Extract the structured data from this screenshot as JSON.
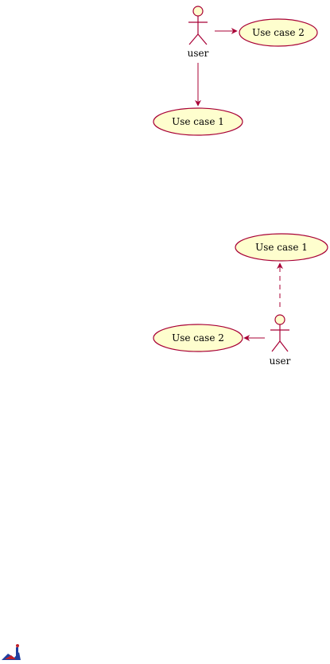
{
  "colors": {
    "ellipse_fill": "#FEFECE",
    "stroke": "#A80036",
    "text": "#000000",
    "logo_blue": "#1F3F9F",
    "logo_red": "#C0202A"
  },
  "diagram_1": {
    "actor": {
      "name": "user"
    },
    "use_cases": [
      {
        "label": "Use case 2"
      },
      {
        "label": "Use case 1"
      }
    ],
    "links": [
      {
        "from": "user",
        "to": "Use case 2",
        "style": "solid"
      },
      {
        "from": "user",
        "to": "Use case 1",
        "style": "solid"
      }
    ]
  },
  "diagram_2": {
    "actor": {
      "name": "user"
    },
    "use_cases": [
      {
        "label": "Use case 1"
      },
      {
        "label": "Use case 2"
      }
    ],
    "links": [
      {
        "from": "user",
        "to": "Use case 1",
        "style": "dashed"
      },
      {
        "from": "user",
        "to": "Use case 2",
        "style": "solid"
      }
    ]
  },
  "footer_logo": {
    "icon": "plantuml-logo-icon"
  }
}
